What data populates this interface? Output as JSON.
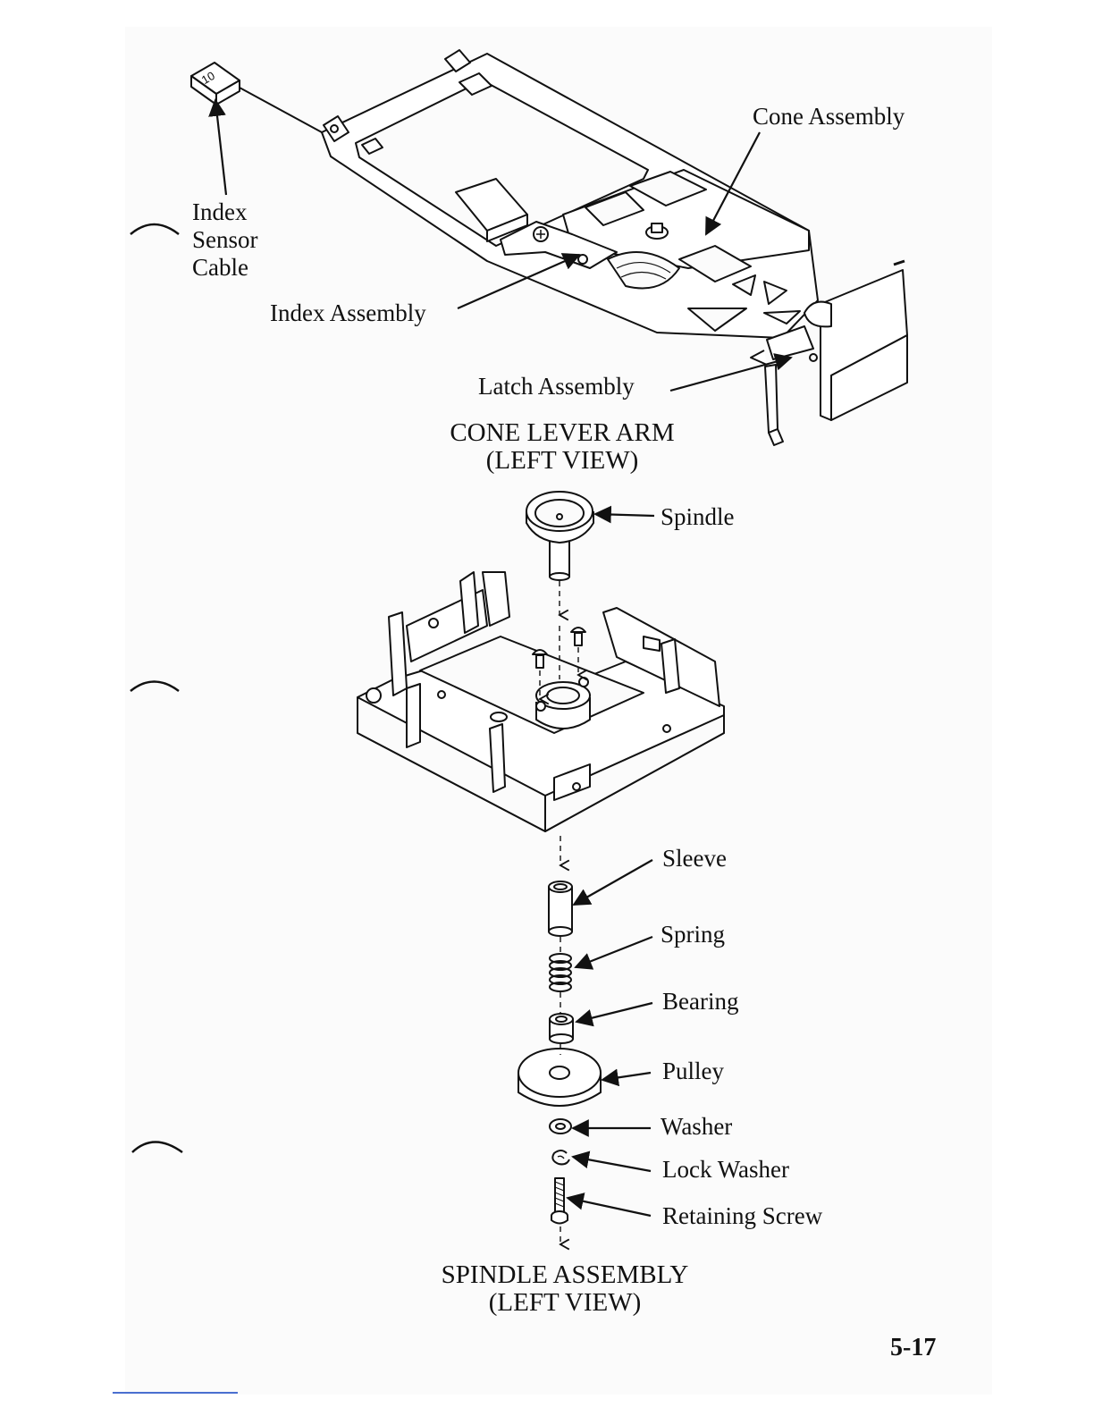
{
  "upper_figure": {
    "title_line1": "CONE LEVER ARM",
    "title_line2": "(LEFT VIEW)",
    "connector_marking": "10",
    "labels": {
      "index_sensor_cable": [
        "Index",
        "Sensor",
        "Cable"
      ],
      "index_assembly": "Index Assembly",
      "cone_assembly": "Cone Assembly",
      "latch_assembly": "Latch Assembly"
    }
  },
  "lower_figure": {
    "title_line1": "SPINDLE ASSEMBLY",
    "title_line2": "(LEFT VIEW)",
    "labels": {
      "spindle": "Spindle",
      "sleeve": "Sleeve",
      "spring": "Spring",
      "bearing": "Bearing",
      "pulley": "Pulley",
      "washer": "Washer",
      "lock_washer": "Lock Washer",
      "retaining_screw": "Retaining Screw"
    }
  },
  "page_number": "5-17",
  "colors": {
    "ink": "#111111",
    "paper": "#ffffff",
    "footer_rule": "#4a6fd0"
  }
}
